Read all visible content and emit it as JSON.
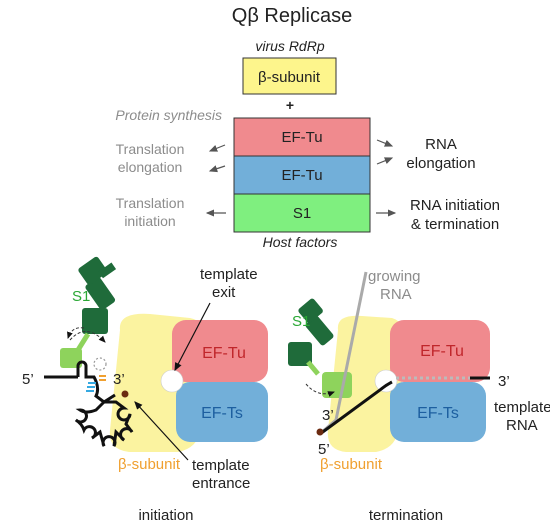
{
  "title": "Qβ Replicase",
  "top": {
    "virus_label": "virus RdRp",
    "beta_box": "β-subunit",
    "plus": "+",
    "protein_synthesis": "Protein synthesis",
    "ef_tu_box_1": "EF-Tu",
    "ef_tu_box_2": "EF-Tu",
    "s1_box": "S1",
    "host_factors": "Host factors",
    "left_elongation_line1": "Translation",
    "left_elongation_line2": "elongation",
    "left_initiation_line1": "Translation",
    "left_initiation_line2": "initiation",
    "right_elongation_line1": "RNA",
    "right_elongation_line2": "elongation",
    "right_initiation_line1": "RNA initiation",
    "right_initiation_line2": "& termination"
  },
  "initiation_panel": {
    "s1": "S1",
    "five_prime": "5’",
    "three_prime": "3’",
    "ef_tu": "EF-Tu",
    "ef_ts": "EF-Ts",
    "beta_subunit": "β-subunit",
    "template_exit_line1": "template",
    "template_exit_line2": "exit",
    "template_entrance_line1": "template",
    "template_entrance_line2": "entrance",
    "caption": "initiation"
  },
  "termination_panel": {
    "growing_rna_line1": "growing",
    "growing_rna_line2": "RNA",
    "s1": "S1",
    "ef_tu": "EF-Tu",
    "ef_ts": "EF-Ts",
    "three_prime_left": "3’",
    "five_prime": "5’",
    "three_prime_right": "3’",
    "template_rna_line1": "template",
    "template_rna_line2": "RNA",
    "beta_subunit": "β-subunit",
    "caption": "termination"
  },
  "colors": {
    "beta_yellow": "#fdf58c",
    "beta_body": "#fbf3a0",
    "ef_tu_red": "#f08a8e",
    "ef_ts_blue": "#72afd9",
    "s1_green": "#7fef7f",
    "s1_dark": "#1f6b3a",
    "s1_light": "#8ed35c",
    "beta_label_orange": "#f0a030",
    "s1_label_green": "#2aa835",
    "ef_label_red": "#c0262b",
    "ef_label_blue": "#1d5fa0"
  }
}
